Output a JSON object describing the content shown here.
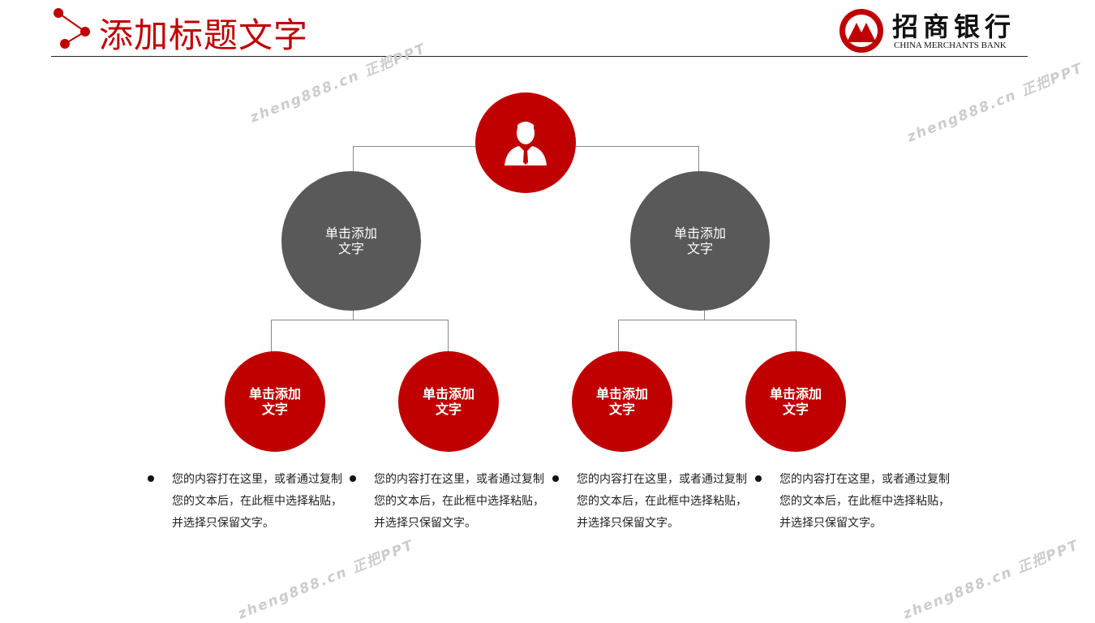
{
  "header": {
    "title": "添加标题文字",
    "logo_cn": "招商银行",
    "logo_en": "CHINA MERCHANTS BANK"
  },
  "watermark": "zheng888.cn 正把PPT",
  "root": {
    "icon": "person-icon"
  },
  "level1": [
    {
      "label": "单击添加\n文字"
    },
    {
      "label": "单击添加\n文字"
    }
  ],
  "level2": [
    {
      "label": "单击添加\n文字"
    },
    {
      "label": "单击添加\n文字"
    },
    {
      "label": "单击添加\n文字"
    },
    {
      "label": "单击添加\n文字"
    }
  ],
  "descriptions": [
    "您的内容打在这里，或者通过复制您的文本后，在此框中选择粘贴，并选择只保留文字。",
    "您的内容打在这里，或者通过复制您的文本后，在此框中选择粘贴，并选择只保留文字。",
    "您的内容打在这里，或者通过复制您的文本后，在此框中选择粘贴，并选择只保留文字。",
    "您的内容打在这里，或者通过复制您的文本后，在此框中选择粘贴，并选择只保留文字。"
  ],
  "colors": {
    "accent": "#c00000",
    "gray": "#595959"
  }
}
